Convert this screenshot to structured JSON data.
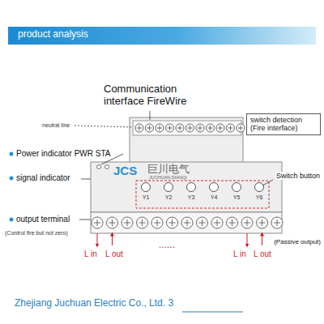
{
  "diagram": {
    "title": "product analysis",
    "caption": "Zhejiang Juchuan Electric Co., Ltd. 3",
    "nodes": [
      {
        "text": [
          "switch detection (Fire interface)"
        ]
      }
    ],
    "labels": [
      "Communication interface FireWire",
      "neutral line",
      "Power indicator PWR STA",
      "signal indicator",
      "JCS",
      "巨川电气",
      "JUCHUAN DIANQI",
      "Y1",
      "Y2",
      "Y3",
      "Y4",
      "Y5",
      "Y6",
      "Switch button",
      "output terminal",
      "(Control fire but not zero)",
      "L in",
      "L out",
      "......",
      "L in",
      "L out",
      "(Passive output)"
    ]
  }
}
